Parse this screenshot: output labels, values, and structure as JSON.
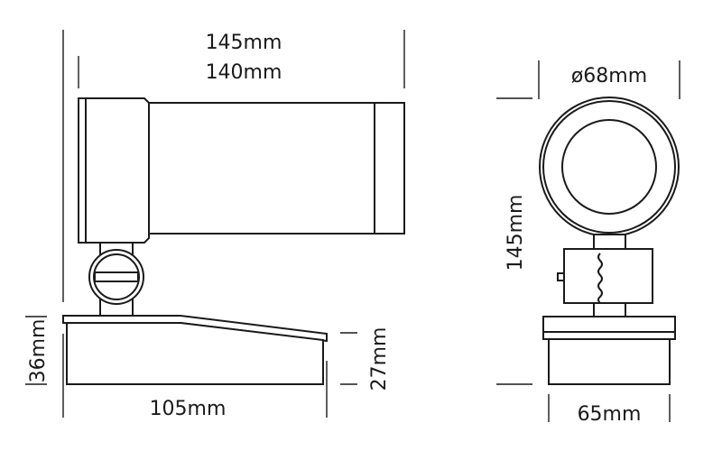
{
  "diagram": {
    "type": "technical-dimension-drawing",
    "subject": "spotlight fixture with swivel mount and base",
    "line_color": "#1a1a1a",
    "background": "#ffffff",
    "side_view": {
      "dimensions": {
        "overall_length": "145mm",
        "body_length": "140mm",
        "base_length": "105mm",
        "base_height_left": "36mm",
        "base_height_right": "27mm"
      }
    },
    "front_view": {
      "dimensions": {
        "head_diameter": "ø68mm",
        "overall_height": "145mm",
        "base_width": "65mm"
      }
    }
  }
}
